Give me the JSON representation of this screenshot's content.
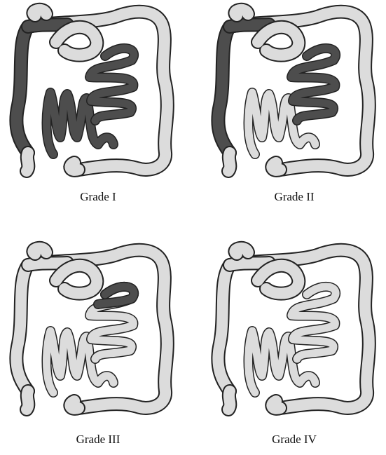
{
  "colors": {
    "healthy": "#dcdcdc",
    "affected": "#4d4d4d",
    "outline": "#222222"
  },
  "panels": [
    {
      "caption": "Grade I",
      "affected": [
        "ascending",
        "transverse_right",
        "small_bowel_upper",
        "small_bowel_lower"
      ]
    },
    {
      "caption": "Grade II",
      "affected": [
        "ascending",
        "transverse_right",
        "small_bowel_upper"
      ]
    },
    {
      "caption": "Grade III",
      "affected": [
        "small_bowel_partial"
      ]
    },
    {
      "caption": "Grade IV",
      "affected": []
    }
  ]
}
